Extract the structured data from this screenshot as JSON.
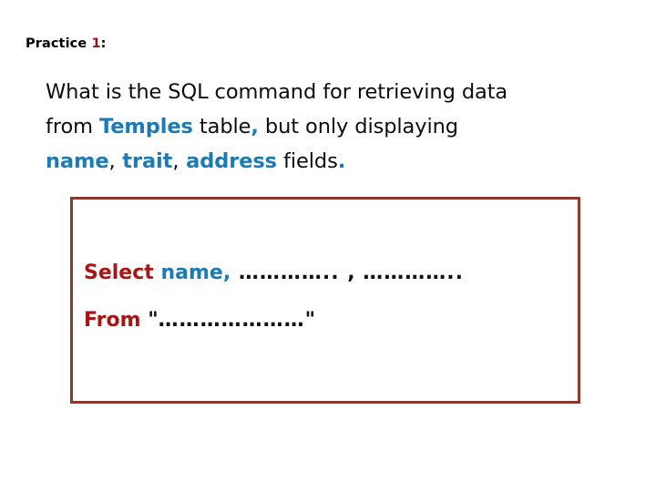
{
  "slide": {
    "background_color": "#FFFFFF",
    "accent_blue": "#1C7AB5",
    "accent_red": "#A81515",
    "box_border_color": "#8C3A2E",
    "practice": {
      "word": "Practice",
      "number": "1",
      "colon": ":"
    },
    "question": {
      "line1": "What is the SQL command for retrieving data",
      "line2_part1": "from ",
      "line2_highlight": "Temples",
      "line2_part2": " table",
      "line2_comma": ",",
      "line2_part3": " but only displaying",
      "line3_field1": "name",
      "line3_comma1": ",",
      "line3_field2": " trait",
      "line3_comma2": ",",
      "line3_field3": " address",
      "line3_tail": " fields",
      "line3_period": "."
    },
    "answer_box": {
      "line1": {
        "keyword": "Select",
        "space": " ",
        "field": "name",
        "comma1": ",",
        "dots1": " ………….. ",
        "comma2": ",",
        "dots2": " …………..",
        "full_text": "Select name, ………….. , …………..",
        "sql_template": "Select name, ............. , ............."
      },
      "line2": {
        "keyword": "From",
        "space": " ",
        "quote_open": "\"",
        "dots": "…………………",
        "quote_close": "\"",
        "full_text": "From \"…………………\"",
        "sql_template": "From \"...................\""
      }
    }
  }
}
